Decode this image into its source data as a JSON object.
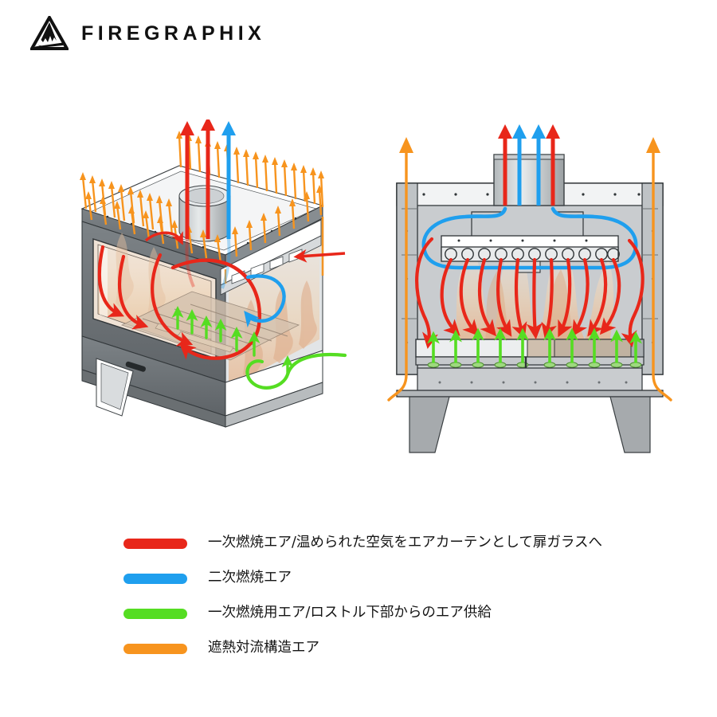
{
  "brand": {
    "name": "FIREGRAPHIX",
    "mark_icon": "mountain-triangle-icon"
  },
  "colors": {
    "primary_air_red": "#E8271A",
    "secondary_air_blue": "#1F9FEE",
    "grate_air_green": "#55DD22",
    "convection_air_orange": "#F7941E",
    "body_gray": "#BFC2C4",
    "body_dark_gray": "#6E7376",
    "outline": "#3a3f42",
    "flame_warm": "#E8C3A6",
    "background": "#FFFFFF"
  },
  "figures": [
    {
      "id": "iso-cutaway",
      "name": "isometric-cutaway-view",
      "caption_hidden": "3D cutaway perspective of firebox",
      "flows": [
        {
          "color_key": "convection_air_orange",
          "count": 44,
          "description": "perimeter convection arrows along top rim"
        },
        {
          "color_key": "primary_air_red",
          "count": 2,
          "description": "red flue exhaust arrows"
        },
        {
          "color_key": "secondary_air_blue",
          "count": 1,
          "description": "blue flue arrow"
        },
        {
          "color_key": "primary_air_red",
          "count": 3,
          "description": "red air-curtain loops down door glass"
        },
        {
          "color_key": "secondary_air_blue",
          "count": 1,
          "description": "blue secondary loop in upper chamber"
        },
        {
          "color_key": "grate_air_green",
          "count": 8,
          "description": "green grate arrows"
        }
      ]
    },
    {
      "id": "front-section",
      "name": "front-cross-section-view",
      "caption_hidden": "Front cross section of firebox",
      "flows": [
        {
          "color_key": "primary_air_red",
          "count": 2,
          "description": "red flue arrows"
        },
        {
          "color_key": "secondary_air_blue",
          "count": 2,
          "description": "blue flue arrows"
        },
        {
          "color_key": "secondary_air_blue",
          "count": 1,
          "description": "blue manifold distribution loop"
        },
        {
          "color_key": "primary_air_red",
          "count": 13,
          "description": "red air-curtain arcs from nozzle bar"
        },
        {
          "color_key": "grate_air_green",
          "count": 10,
          "description": "green arrows from grate slots"
        },
        {
          "color_key": "convection_air_orange",
          "count": 2,
          "description": "orange side-wall convection columns"
        }
      ],
      "nozzle_count": 11,
      "grate_slot_count": 10,
      "leg_count": 2
    }
  ],
  "legend": {
    "items": [
      {
        "color": "#E8271A",
        "label": "一次燃焼エア/温められた空気をエアカーテンとして扉ガラスへ",
        "name": "legend-primary-air"
      },
      {
        "color": "#1F9FEE",
        "label": "二次燃焼エア",
        "name": "legend-secondary-air"
      },
      {
        "color": "#55DD22",
        "label": "一次燃焼用エア/ロストル下部からのエア供給",
        "name": "legend-grate-air"
      },
      {
        "color": "#F7941E",
        "label": "遮熱対流構造エア",
        "name": "legend-convection-air"
      }
    ]
  }
}
